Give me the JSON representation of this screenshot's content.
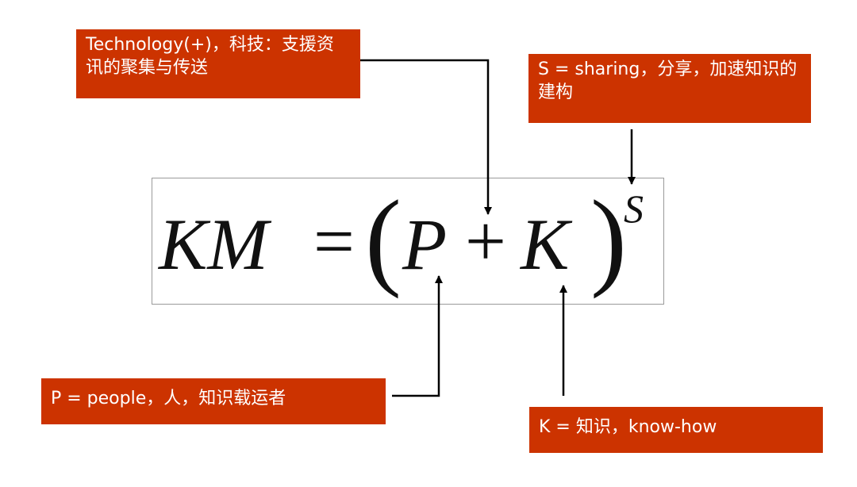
{
  "callouts": {
    "technology": "Technology(+)，科技：支援资讯的聚集与传送",
    "sharing": "S = sharing，分享，加速知识的建构",
    "people": "P = people，人，知识载运者",
    "knowhow": "K = 知识，know-how"
  },
  "formula": {
    "km": "KM",
    "equals": "=",
    "lparen": "(",
    "p": "P",
    "plus": "+",
    "k": "K",
    "rparen": ")",
    "exponent": "S"
  },
  "colors": {
    "callout_bg": "#cc3300",
    "callout_text": "#ffffff",
    "arrow": "#000000",
    "box_border": "#9a9a9a"
  }
}
